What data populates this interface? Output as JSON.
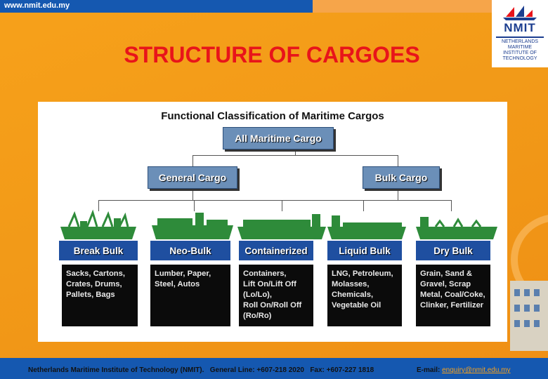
{
  "header": {
    "url": "www.nmit.edu.my"
  },
  "logo": {
    "name": "NMIT",
    "subtitle": "NETHERLANDS MARITIME INSTITUTE OF TECHNOLOGY"
  },
  "slide_title": "STRUCTURE OF CARGOES",
  "diagram": {
    "title": "Functional Classification of Maritime Cargos",
    "root": "All Maritime Cargo",
    "groups": [
      "General Cargo",
      "Bulk Cargo"
    ],
    "categories": [
      {
        "label": "Break Bulk",
        "examples": [
          "Sacks, Cartons,",
          "Crates, Drums,",
          "Pallets, Bags"
        ]
      },
      {
        "label": "Neo-Bulk",
        "examples": [
          "Lumber, Paper,",
          "Steel, Autos"
        ]
      },
      {
        "label": "Containerized",
        "examples": [
          "Containers,",
          "Lift On/Lift Off",
          "(Lo/Lo),",
          "Roll On/Roll Off",
          "(Ro/Ro)"
        ]
      },
      {
        "label": "Liquid Bulk",
        "examples": [
          "LNG, Petroleum,",
          "Molasses,",
          "Chemicals,",
          "Vegetable Oil"
        ]
      },
      {
        "label": "Dry Bulk",
        "examples": [
          "Grain, Sand &",
          "Gravel, Scrap",
          "Metal, Coal/Coke,",
          "Clinker, Fertilizer"
        ]
      }
    ]
  },
  "footer": {
    "org": "Netherlands Maritime Institute of Technology (NMIT).",
    "phone": "General Line: +607-218 2020",
    "fax": "Fax: +607-227 1818",
    "email_label": "E-mail:",
    "email": "enquiry@nmit.edu.my"
  },
  "colors": {
    "title": "#e8141a",
    "node": "#6b8fb8",
    "category": "#1f4fa0",
    "ship": "#2e8b3a",
    "bar": "#1558b0"
  }
}
